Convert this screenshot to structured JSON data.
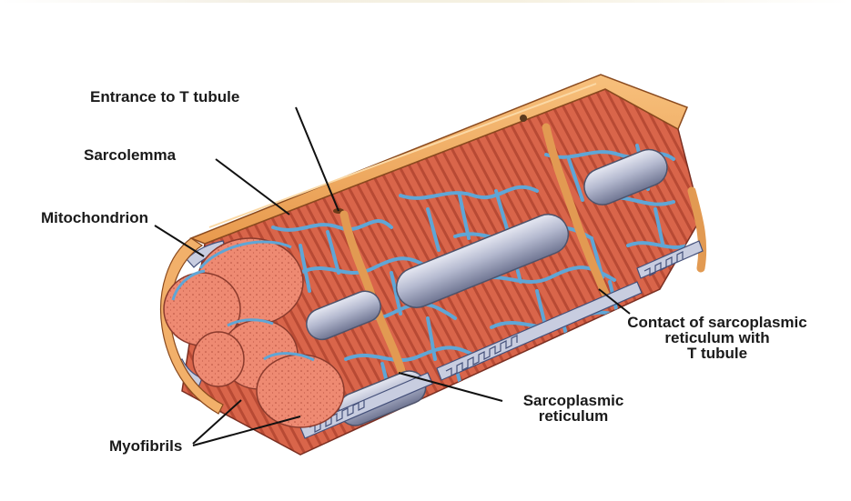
{
  "diagram": {
    "colors": {
      "sarcolemma": "#f0a35a",
      "myofibril": "#e9826a",
      "reticulum": "#5fa6d6",
      "t_tubule": "#b9bfd2",
      "mitochondrion_fold": "#8f9bc2",
      "label_text": "#1a1a1a"
    },
    "labels": {
      "entrance_t_tubule": "Entrance to T tubule",
      "sarcolemma": "Sarcolemma",
      "mitochondrion": "Mitochondrion",
      "contact_line1": "Contact of sarcoplasmic",
      "contact_line2": "reticulum with",
      "contact_line3": "T tubule",
      "sr_line1": "Sarcoplasmic",
      "sr_line2": "reticulum",
      "myofibrils": "Myofibrils"
    }
  }
}
